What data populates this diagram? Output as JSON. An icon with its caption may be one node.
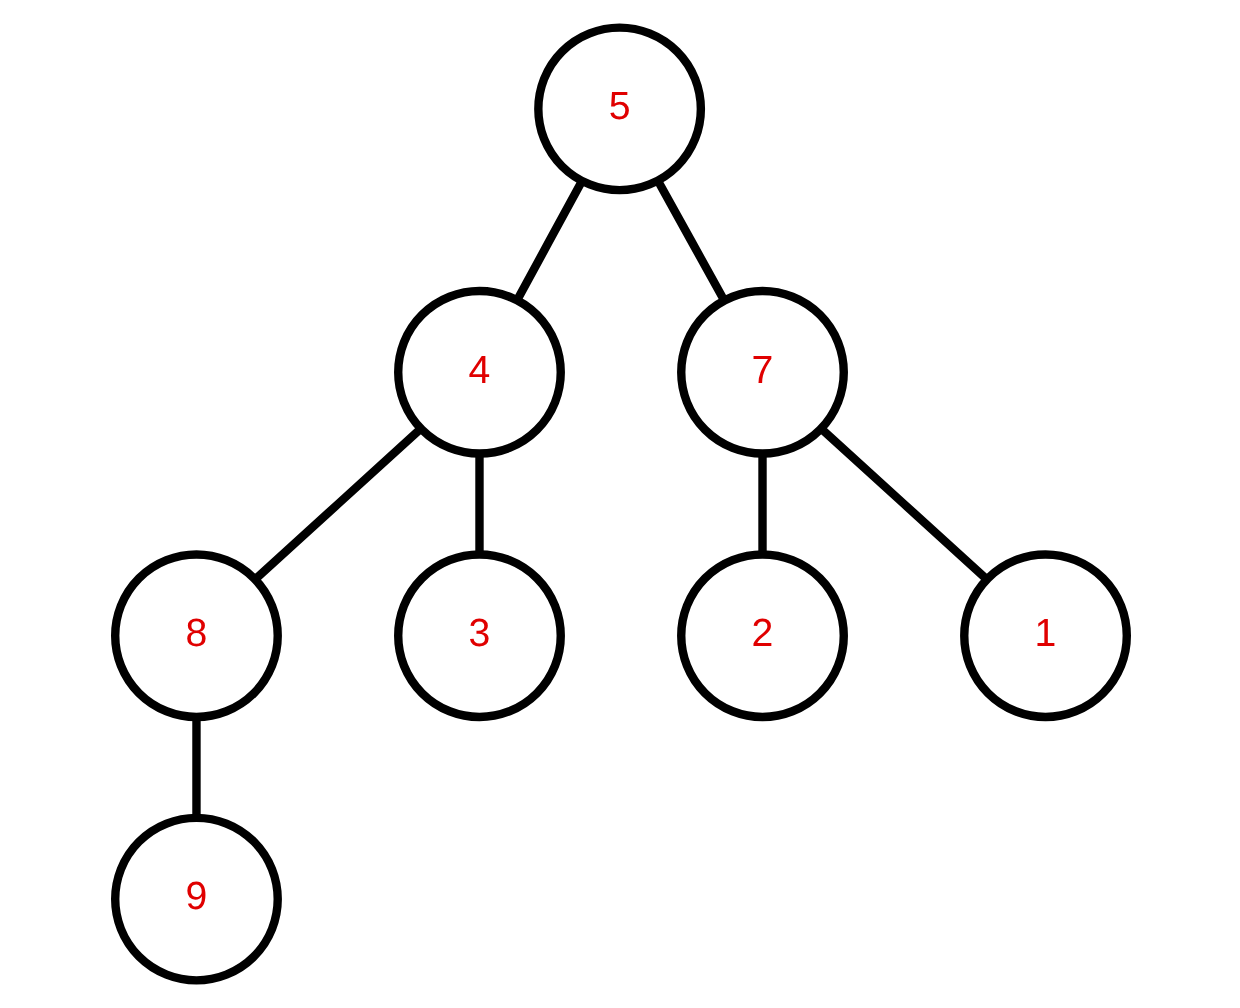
{
  "diagram": {
    "nodes": [
      {
        "text": [
          "5"
        ]
      },
      {
        "text": [
          "4"
        ]
      },
      {
        "text": [
          "7"
        ]
      },
      {
        "text": [
          "8"
        ]
      },
      {
        "text": [
          "3"
        ]
      },
      {
        "text": [
          "2"
        ]
      },
      {
        "text": [
          "1"
        ]
      },
      {
        "text": [
          "9"
        ]
      }
    ],
    "edges": [
      {
        "from": 0,
        "to": 1,
        "arrow": "none"
      },
      {
        "from": 0,
        "to": 2,
        "arrow": "none"
      },
      {
        "from": 1,
        "to": 3,
        "arrow": "none"
      },
      {
        "from": 1,
        "to": 4,
        "arrow": "none"
      },
      {
        "from": 2,
        "to": 5,
        "arrow": "none"
      },
      {
        "from": 2,
        "to": 6,
        "arrow": "none"
      },
      {
        "from": 3,
        "to": 7,
        "arrow": "none"
      }
    ]
  }
}
